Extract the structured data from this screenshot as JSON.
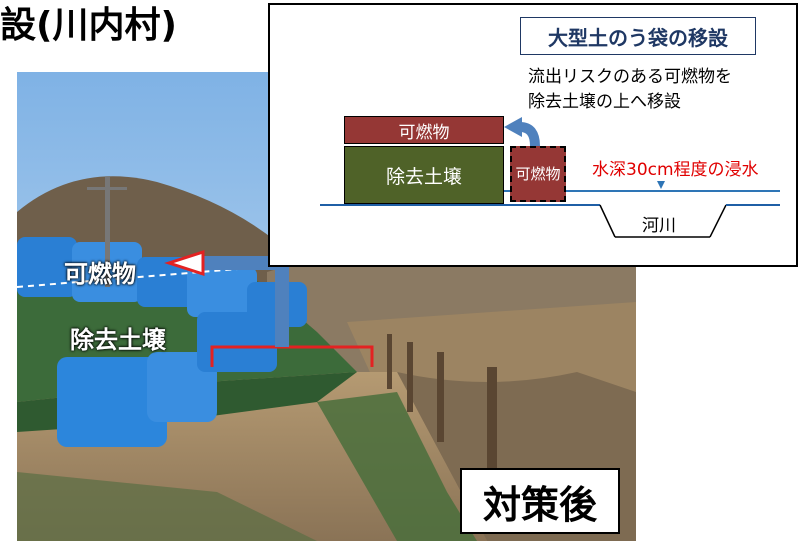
{
  "title": "設(川内村)",
  "photo": {
    "label_combustibles": "可燃物",
    "label_removed_soil": "除去土壌",
    "after_label": "対策後"
  },
  "diagram": {
    "title": "大型土のう袋の移設",
    "description_line1": "流出リスクのある可燃物を",
    "description_line2": "除去土壌の上へ移設",
    "box_combustibles": "可燃物",
    "box_removed_soil": "除去土壌",
    "box_combustibles_small": "可燃物",
    "water_note": "水深30cm程度の浸水",
    "river_label": "河川"
  },
  "colors": {
    "combustibles": "#953735",
    "soil": "#4f6228",
    "water_line": "#2e75b6",
    "arrow_red": "#e32222",
    "arrow_blue": "#4f81bd"
  }
}
